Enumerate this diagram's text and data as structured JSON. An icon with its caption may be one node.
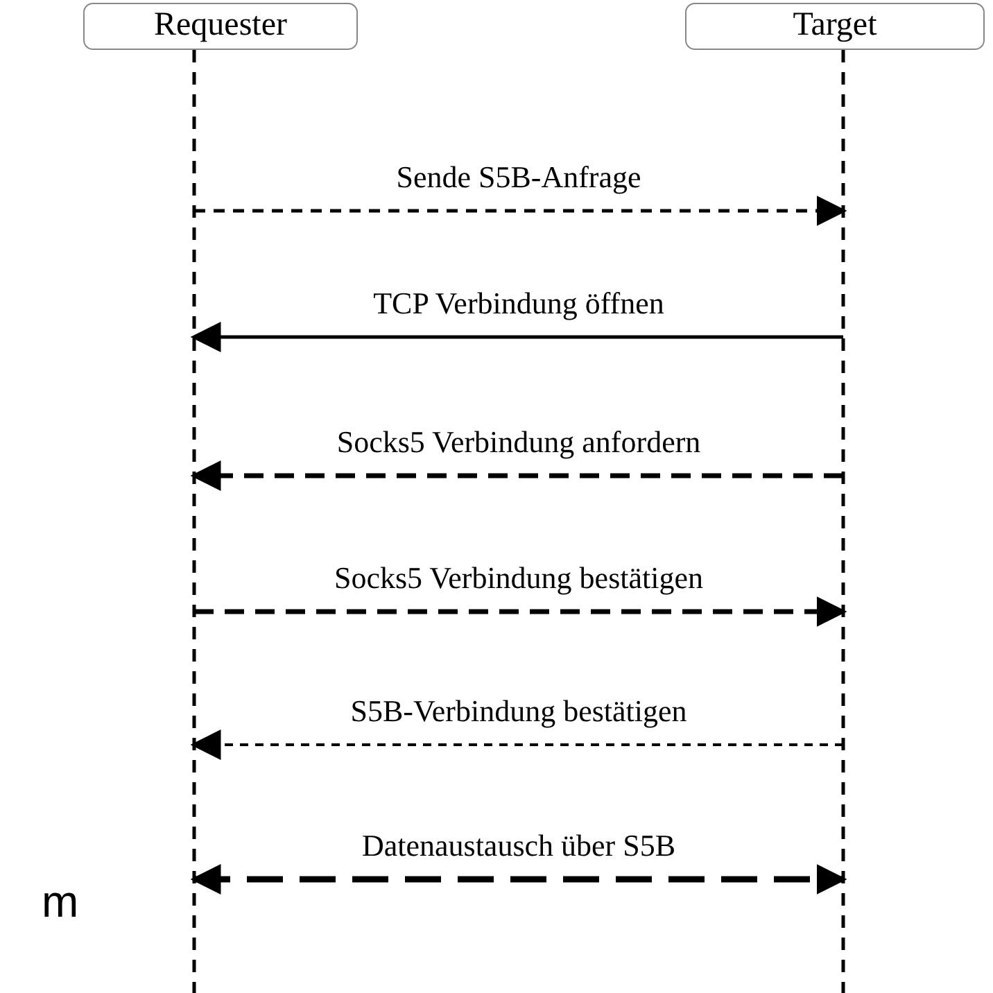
{
  "diagram": {
    "nodes": [
      {
        "text": [
          "Requester"
        ]
      },
      {
        "text": [
          "Target"
        ]
      }
    ],
    "edges": [
      {
        "from": 0,
        "to": 1,
        "arrow": "to",
        "label": "Sende S5B-Anfrage",
        "style": "dashed"
      },
      {
        "from": 1,
        "to": 0,
        "arrow": "to",
        "label": "TCP Verbindung öffnen"
      },
      {
        "from": 1,
        "to": 0,
        "arrow": "to",
        "label": "Socks5 Verbindung anfordern",
        "style": "dashed"
      },
      {
        "from": 0,
        "to": 1,
        "arrow": "to",
        "label": "Socks5 Verbindung bestätigen",
        "style": "dashed"
      },
      {
        "from": 1,
        "to": 0,
        "arrow": "to",
        "label": "S5B-Verbindung bestätigen",
        "style": "dashed"
      },
      {
        "from": 0,
        "to": 1,
        "arrow": "both",
        "label": "Datenaustausch über S5B",
        "style": "dashed"
      }
    ],
    "labels": [
      "m"
    ]
  }
}
